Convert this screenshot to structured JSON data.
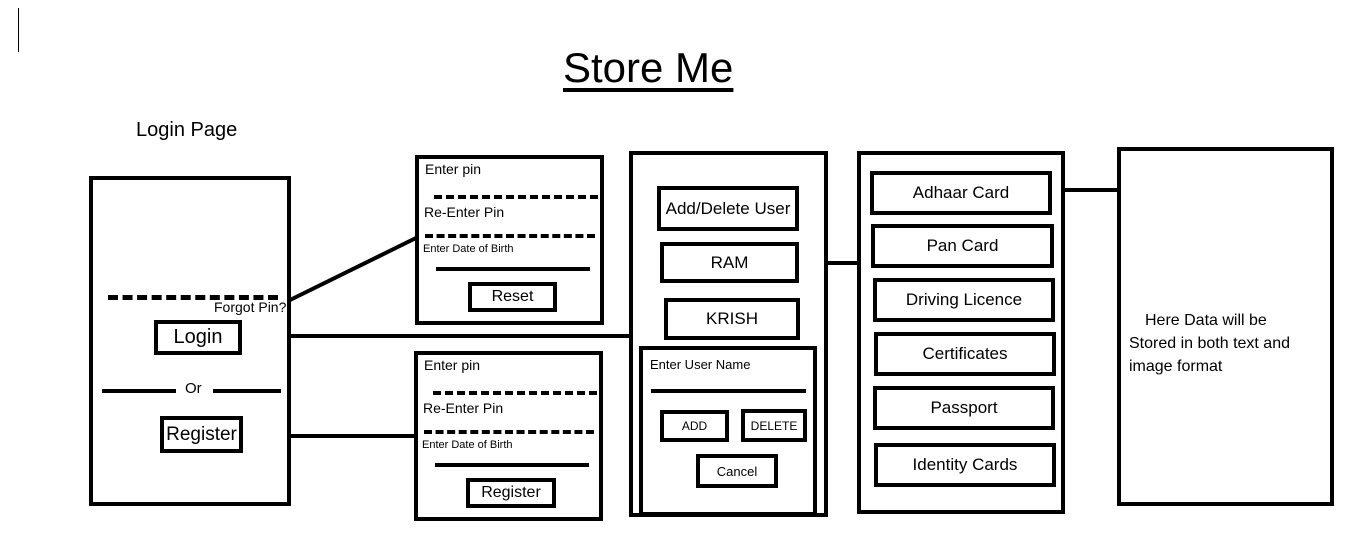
{
  "title": "Store Me",
  "login_page": {
    "heading": "Login Page",
    "forgot_pin": "Forgot Pin?",
    "login_button": "Login",
    "or_label": "Or",
    "register_button": "Register"
  },
  "reset_form": {
    "enter_pin": "Enter pin",
    "reenter_pin": "Re-Enter Pin",
    "dob": "Enter Date of Birth",
    "button": "Reset"
  },
  "register_form": {
    "enter_pin": "Enter pin",
    "reenter_pin": "Re-Enter Pin",
    "dob": "Enter Date of Birth",
    "button": "Register"
  },
  "users_panel": {
    "add_delete": "Add/Delete User",
    "users": [
      "RAM",
      "KRISH"
    ],
    "enter_user_name": "Enter User Name",
    "add": "ADD",
    "delete": "DELETE",
    "cancel": "Cancel"
  },
  "documents": [
    "Adhaar Card",
    "Pan Card",
    "Driving Licence",
    "Certificates",
    "Passport",
    "Identity Cards"
  ],
  "data_panel": {
    "text_line1": "Here Data will be",
    "text_line2": "Stored in both text and",
    "text_line3": "image format"
  }
}
